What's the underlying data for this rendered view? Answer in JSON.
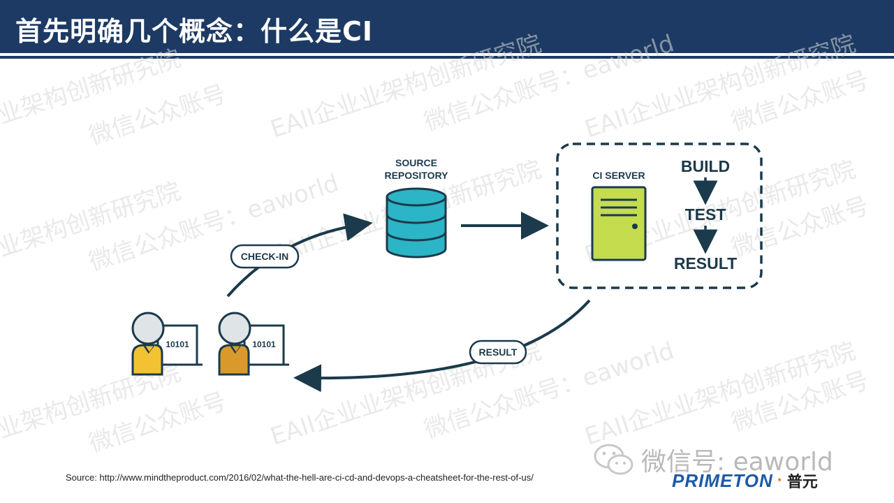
{
  "header": {
    "title": "首先明确几个概念：什么是CI"
  },
  "watermark": {
    "lines": [
      "业架构创新研究院",
      "微信公众账号",
      "EAII企业业架构创新研究院",
      "eaworld"
    ]
  },
  "diagram": {
    "repository_label_line1": "SOURCE",
    "repository_label_line2": "REPOSITORY",
    "ci_server_label": "CI SERVER",
    "step_build": "BUILD",
    "step_test": "TEST",
    "step_result": "RESULT",
    "checkin_label": "CHECK-IN",
    "result_label": "RESULT",
    "laptop_code_1": "10101",
    "laptop_code_2": "10101"
  },
  "footer": {
    "source": "Source: http://www.mindtheproduct.com/2016/02/what-the-hell-are-ci-cd-and-devops-a-cheatsheet-for-the-rest-of-us/",
    "wechat": "微信号: eaworld",
    "logo_text": "PRIMETON",
    "logo_cn": "普元"
  },
  "colors": {
    "header": "#1c3a63",
    "dark": "#1b3a4b",
    "database": "#2bb5c6",
    "server": "#c5dc4f",
    "developer1": "#f3c233",
    "developer2": "#d99a2b",
    "accent": "#e8731b"
  }
}
